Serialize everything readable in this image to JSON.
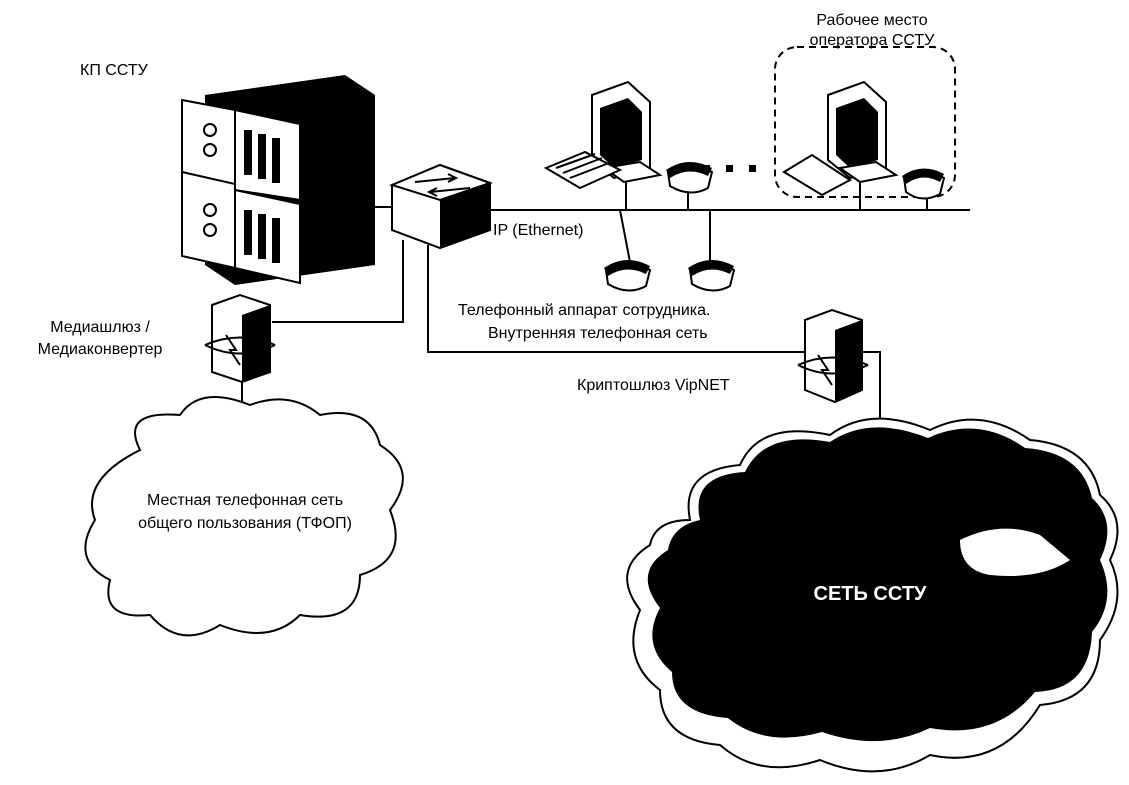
{
  "labels": {
    "kp": "КП ССТУ",
    "workplace": [
      "Рабочее место",
      "оператора ССТУ"
    ],
    "mediagateway": [
      "Медиашлюз /",
      "Медиаконвертер"
    ],
    "ip": "IP (Ethernet)",
    "phone": [
      "Телефонный аппарат сотрудника.",
      "Внутренняя телефонная сеть"
    ],
    "crypto": "Криптошлюз VipNET",
    "pstn": [
      "Местная телефонная сеть",
      "общего пользования (ТФОП)"
    ],
    "sstu_net": "СЕТЬ ССТУ"
  }
}
